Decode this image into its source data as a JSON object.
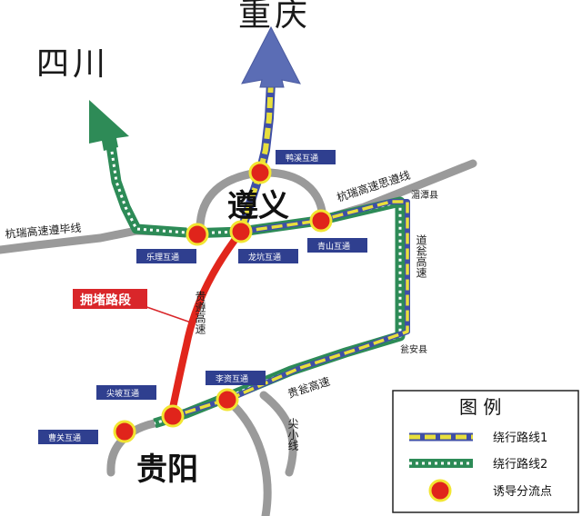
{
  "colors": {
    "road": "#9a9a9a",
    "route1": "#e8df3c",
    "route1_core": "#3f4fa6",
    "route2": "#2d8b57",
    "route2_dots": "#ffffff",
    "congested": "#e1261c",
    "point_fill": "#e0241b",
    "point_ring": "#f2e532",
    "arrow_chongqing": "#5b6db5",
    "arrow_sichuan": "#2e8b57"
  },
  "cities": {
    "chongqing": "重庆",
    "sichuan": "四川",
    "zunyi": "遵义",
    "guiyang": "贵阳"
  },
  "roads": {
    "hangrui_zunbi": "杭瑞高速遵毕线",
    "hangrui_zunsi": "杭瑞高速思遵线",
    "gui_zun": "贵遵高速",
    "dao_weng": "道瓮高速",
    "gui_weng": "贵瓮高速",
    "jian_xiao": "尖小线"
  },
  "counties": {
    "meitan": "湄潭县",
    "weng_an": "瓮安县"
  },
  "interchanges": {
    "ganxi": "鸭溪互通",
    "leli": "乐理互通",
    "longkeng": "龙坑互通",
    "qingshan": "青山互通",
    "jianpo": "尖坡互通",
    "limao": "李资互通",
    "caoguan": "曹关互通"
  },
  "congestion_label": "拥堵路段",
  "legend": {
    "title": "图 例",
    "route1": "绕行路线1",
    "route2": "绕行路线2",
    "points": "诱导分流点"
  }
}
